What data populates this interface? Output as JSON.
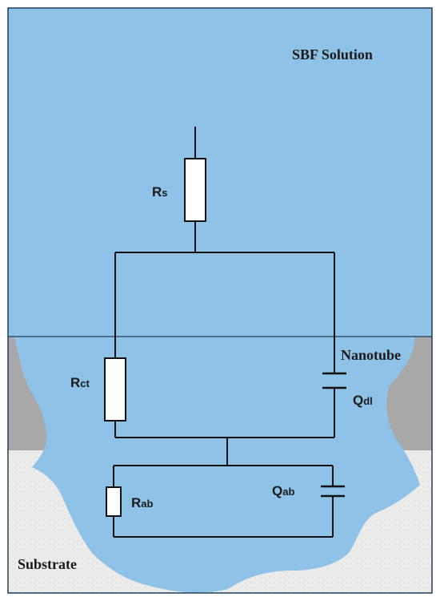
{
  "regions": {
    "solution_label": "SBF Solution",
    "nanotube_label": "Nanotube",
    "substrate_label": "Substrate"
  },
  "components": {
    "rs": {
      "main": "R",
      "sub": "s"
    },
    "rct": {
      "main": "R",
      "sub": "ct"
    },
    "qdl": {
      "main": "Q",
      "sub": "dl"
    },
    "rab": {
      "main": "R",
      "sub": "ab"
    },
    "qab": {
      "main": "Q",
      "sub": "ab"
    }
  },
  "colors": {
    "solution": "#8ec2e6",
    "nanotube": "#a8a8a8",
    "substrate": "#ececea",
    "border": "#1e3c5a",
    "wire": "#111111"
  }
}
